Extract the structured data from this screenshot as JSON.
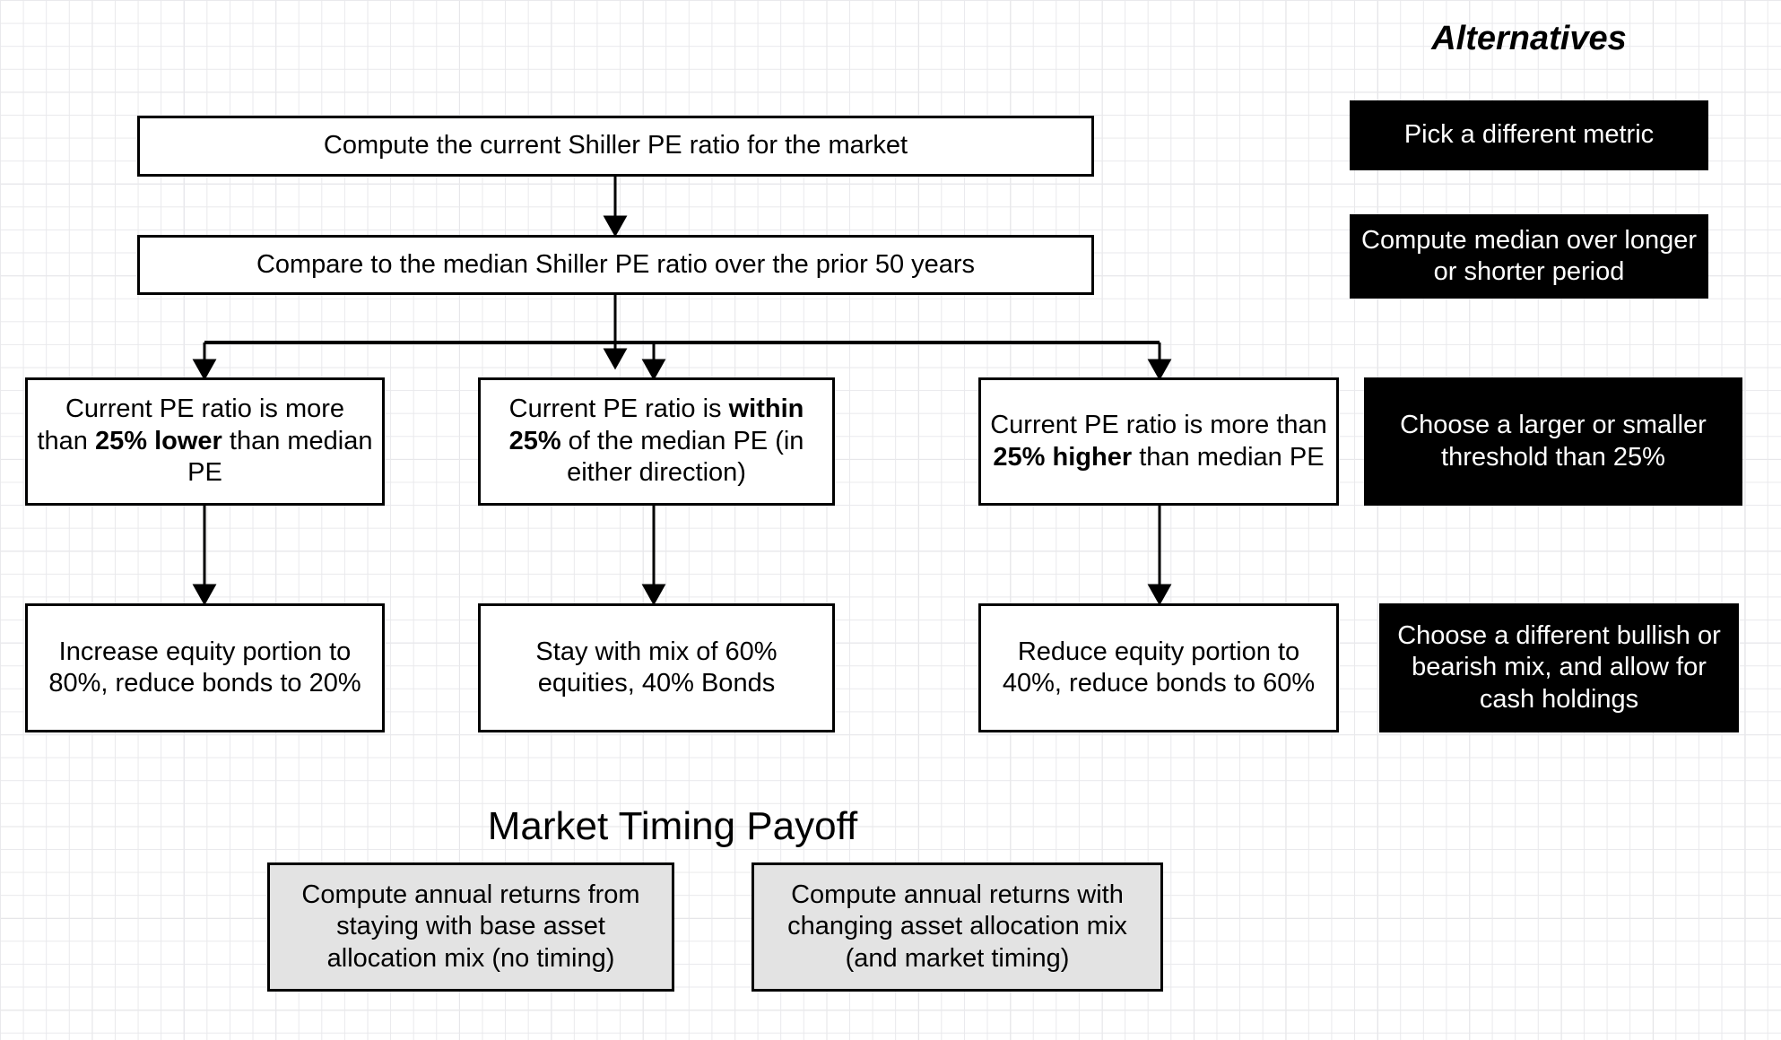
{
  "flow": {
    "step1": {
      "label": "Compute the current Shiller PE ratio for the market"
    },
    "step2": {
      "label": "Compare to the median Shiller PE ratio over the prior 50 years"
    },
    "branches": [
      {
        "condition_plain": "Current PE ratio is more than 25% lower than median PE",
        "condition_pre": "Current PE ratio is more than ",
        "condition_bold": "25% lower",
        "condition_post": " than median PE",
        "action": "Increase equity portion to 80%, reduce bonds to 20%"
      },
      {
        "condition_plain": "Current PE ratio is within 25% of the median PE (in either direction)",
        "condition_pre": "Current PE ratio is ",
        "condition_bold": "within 25%",
        "condition_post": " of the median PE (in either direction)",
        "action": "Stay with mix of 60% equities, 40% Bonds"
      },
      {
        "condition_plain": "Current PE ratio is more than 25% higher than median PE",
        "condition_pre": "Current PE ratio is more than ",
        "condition_bold": "25% higher",
        "condition_post": " than median PE",
        "action": "Reduce equity portion to 40%, reduce bonds to 60%"
      }
    ]
  },
  "alternatives": {
    "heading": "Alternatives",
    "items": [
      {
        "label": "Pick a different metric"
      },
      {
        "label": "Compute median over longer or shorter period"
      },
      {
        "label": "Choose a larger or smaller threshold than 25%"
      },
      {
        "label": "Choose a different bullish or bearish mix, and allow for cash holdings"
      }
    ]
  },
  "payoff": {
    "heading": "Market Timing Payoff",
    "items": [
      {
        "label": "Compute annual returns from staying with base asset allocation mix (no timing)"
      },
      {
        "label": "Compute annual returns with changing asset allocation mix (and market timing)"
      }
    ]
  },
  "colors": {
    "box_border": "#000000",
    "box_fill": "#ffffff",
    "alt_fill": "#000000",
    "alt_text": "#ffffff",
    "payoff_fill": "#e3e3e3",
    "grid_minor": "#e9e9ec",
    "grid_major": "#d6d6da"
  }
}
